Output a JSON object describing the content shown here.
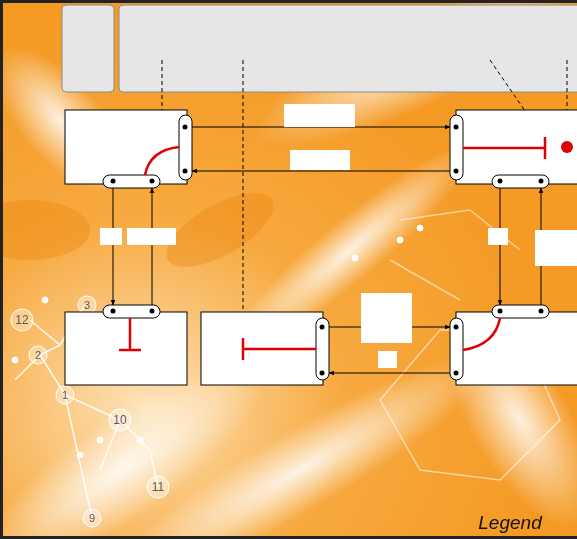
{
  "diagram": {
    "labels": [
      "Legend",
      "12",
      "3",
      "2",
      "1",
      "10",
      "11",
      "9"
    ]
  }
}
